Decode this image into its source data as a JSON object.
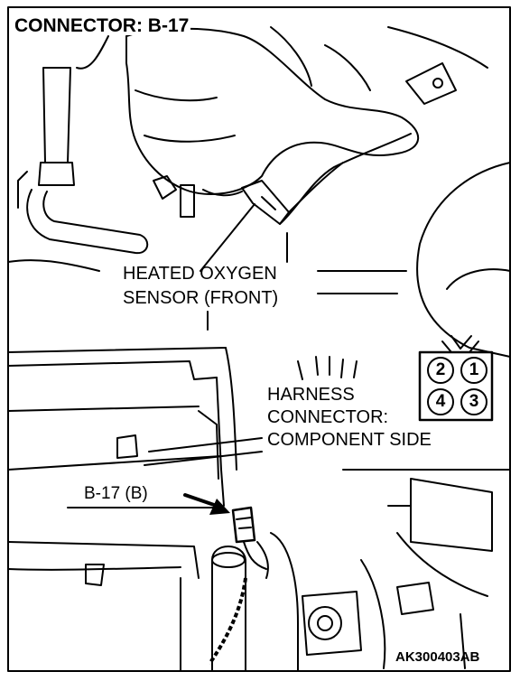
{
  "title": "CONNECTOR: B-17",
  "sensor_label": {
    "line1": "HEATED OXYGEN",
    "line2": "SENSOR (FRONT)"
  },
  "harness_label": {
    "line1": "HARNESS",
    "line2": "CONNECTOR:",
    "line3": "COMPONENT SIDE"
  },
  "connector_pins": {
    "top_left": "2",
    "top_right": "1",
    "bottom_left": "4",
    "bottom_right": "3"
  },
  "callout_label": "B-17 (B)",
  "figure_code": "AK300403AB"
}
